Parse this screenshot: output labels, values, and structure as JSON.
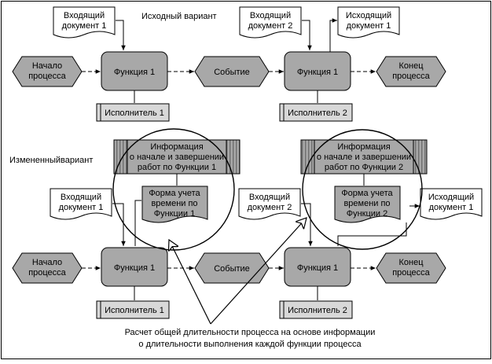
{
  "labels": {
    "original_variant": "Исходный вариант",
    "changed_variant": "Измененныйвариант",
    "footer_line1": "Расчет общей длительности процесса на основе информации",
    "footer_line2": "о длительности выполнения каждой функции процесса"
  },
  "top": {
    "start": [
      "Начало",
      "процесса"
    ],
    "function1": "Функция 1",
    "event": "Событие",
    "function2": "Функция 1",
    "end": [
      "Конец",
      "процесса"
    ],
    "input_doc1": [
      "Входящий",
      "документ 1"
    ],
    "input_doc2": [
      "Входящий",
      "документ 2"
    ],
    "output_doc": [
      "Исходящий",
      "документ 1"
    ],
    "executor1": "Исполнитель 1",
    "executor2": "Исполнитель 2"
  },
  "bottom": {
    "start": [
      "Начало",
      "процесса"
    ],
    "function1": "Функция 1",
    "event": "Событие",
    "function2": "Функция 1",
    "end": [
      "Конец",
      "процесса"
    ],
    "input_doc1": [
      "Входящий",
      "документ 1"
    ],
    "input_doc2": [
      "Входящий",
      "документ 2"
    ],
    "output_doc": [
      "Исходящий",
      "документ 1"
    ],
    "executor1": "Исполнитель 1",
    "executor2": "Исполнитель 2",
    "info1": [
      "Информация",
      "о начале и завершении",
      "работ по Функции 1"
    ],
    "info2": [
      "Информация",
      "о начале и завершении",
      "работ по Функции 2"
    ],
    "form1": [
      "Форма учета",
      "времени по",
      "Функции 1"
    ],
    "form2": [
      "Форма учета",
      "времени по",
      "Функции 2"
    ]
  }
}
